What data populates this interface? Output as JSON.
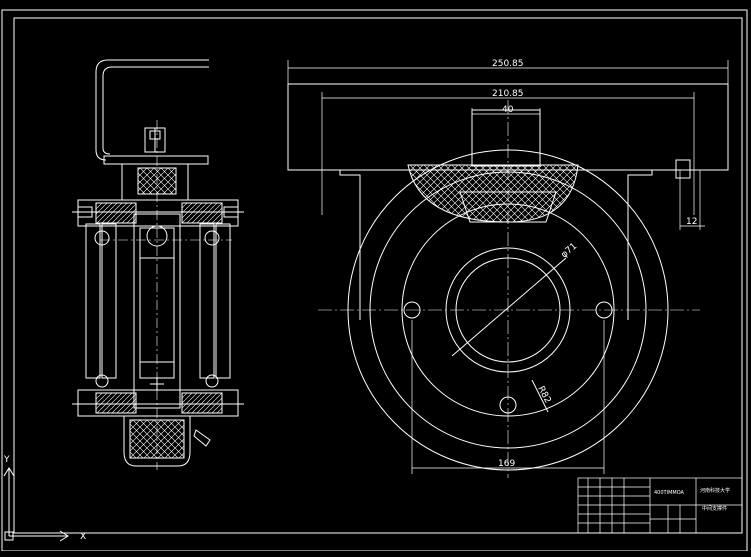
{
  "drawing": {
    "background": "#000000",
    "line_color": "#ffffff",
    "dimensions": {
      "overall_width": "250.85",
      "inner_width": "210.85",
      "slot_width": "40",
      "small_dim": "12",
      "bottom_width": "169",
      "diameter_a": "φ71",
      "diameter_b": "R82"
    },
    "title_block": {
      "part_code": "400TIMMOA",
      "school": "河南科技大学",
      "drawing_name": "中间支撑件"
    },
    "ucs": {
      "x_label": "X",
      "y_label": "Y"
    }
  }
}
